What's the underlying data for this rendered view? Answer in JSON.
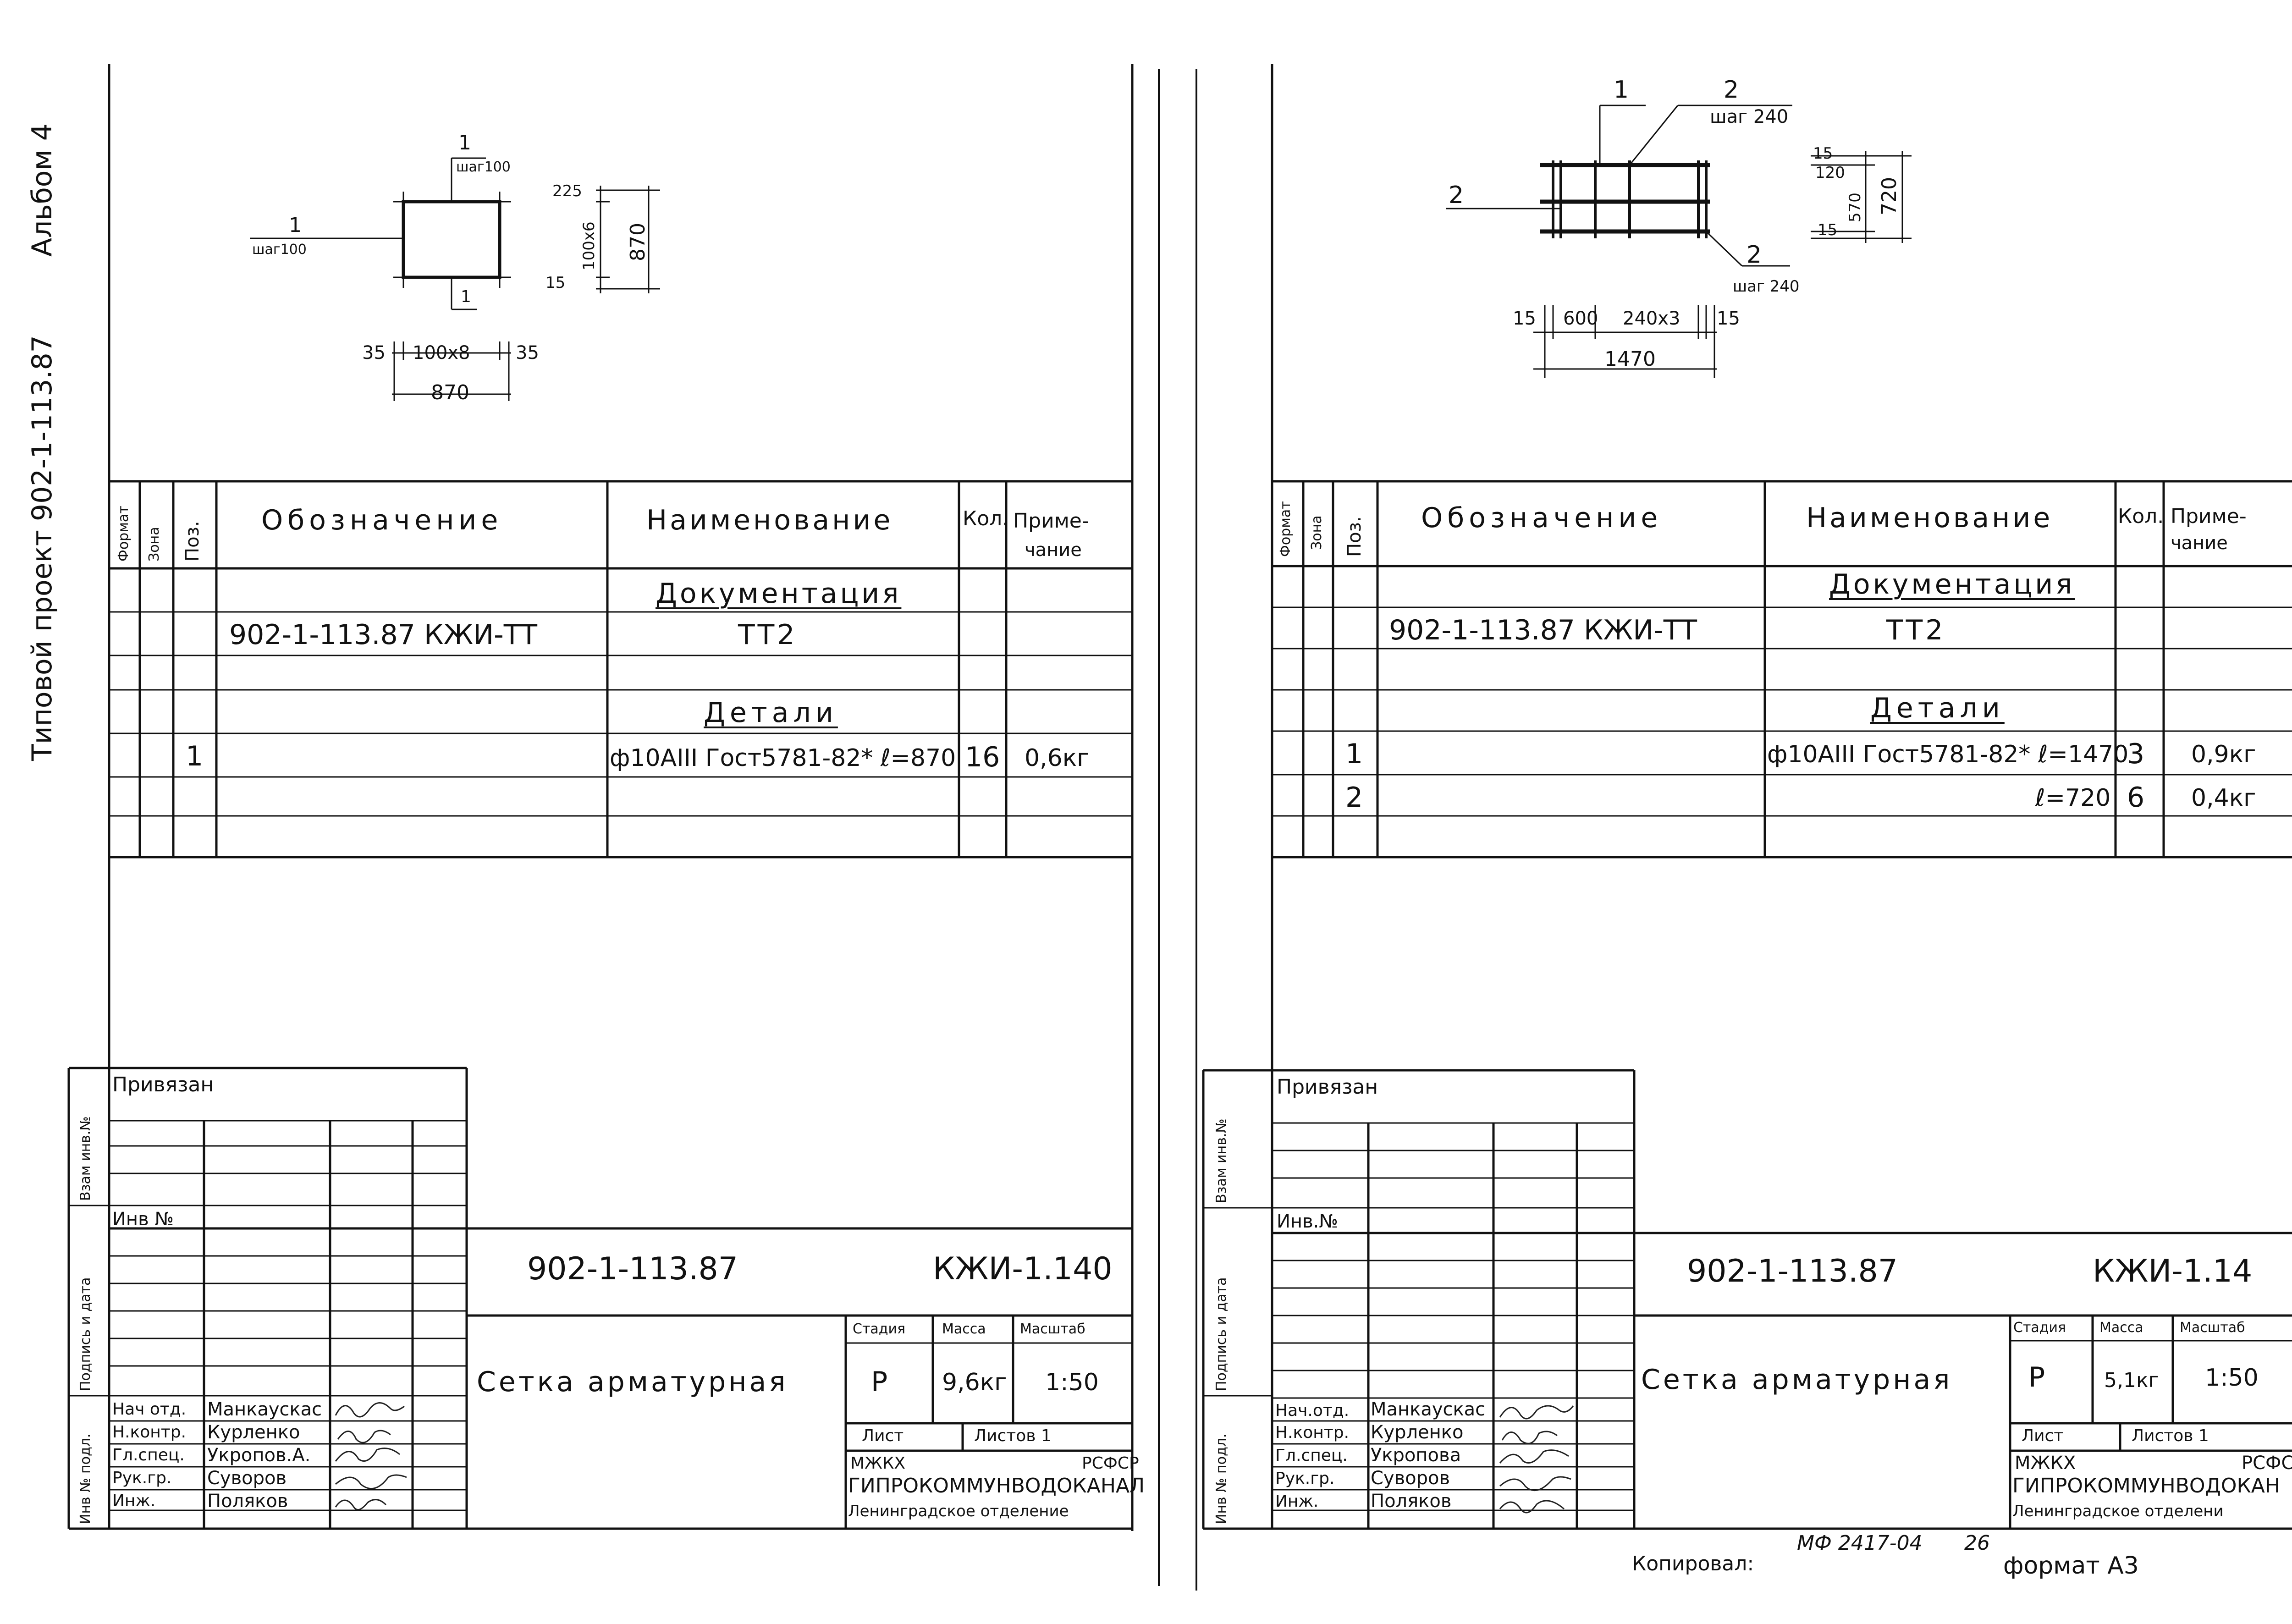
{
  "album_mark": "Альбом 4",
  "project_mark": "Типовой проект  902-1-113.87",
  "spec_header": {
    "format": "Формат",
    "zone": "Зона",
    "pos": "Поз.",
    "designation": "Обозначение",
    "name": "Наименование",
    "qty": "Кол.",
    "note_line1": "Приме-",
    "note_line2": "чание"
  },
  "sheet_left": {
    "drawing": {
      "pos1_top": "1",
      "step_top": "шаг100",
      "pos1_left": "1",
      "step_left": "шаг100",
      "pos1_bottom": "1",
      "dim_225": "225",
      "dim_100x6": "100х6",
      "dim_15": "15",
      "dim_870_v": "870",
      "dim_35_l": "35",
      "dim_100x8": "100х8",
      "dim_35_r": "35",
      "dim_870_h": "870"
    },
    "spec": {
      "section_docs": "Документация",
      "doc_designation": "902-1-113.87   КЖИ-ТТ",
      "doc_name": "ТТ2",
      "section_parts": "Детали",
      "rows": [
        {
          "pos": "1",
          "name": "ф10АIII Гост5781-82* ℓ=870",
          "qty": "16",
          "note": "0,6кг"
        }
      ]
    },
    "stamp": {
      "attached": "Привязан",
      "inv_no": "Инв №",
      "side_labels": [
        "Взам инв.№",
        "Подпись и дата",
        "Инв № подл."
      ],
      "project_code": "902-1-113.87",
      "doc_code": "КЖИ-1.140",
      "title": "Сетка арматурная",
      "stage_label": "Стадия",
      "mass_label": "Масса",
      "scale_label": "Масштаб",
      "stage": "Р",
      "mass": "9,6кг",
      "scale": "1:50",
      "sheet_label": "Лист",
      "sheets_label": "Листов 1",
      "org_line1_left": "МЖКХ",
      "org_line1_right": "РСФСР",
      "org_line2": "ГИПРОКОММУНВОДОКАНАЛ",
      "org_line3": "Ленинградское отделение",
      "people": [
        {
          "role": "Нач отд.",
          "name": "Манкаускас"
        },
        {
          "role": "Н.контр.",
          "name": "Курленко"
        },
        {
          "role": "Гл.спец.",
          "name": "Укропов.А."
        },
        {
          "role": "Рук.гр.",
          "name": "Суворов"
        },
        {
          "role": "Инж.",
          "name": "Поляков"
        }
      ]
    }
  },
  "sheet_right": {
    "drawing": {
      "pos1": "1",
      "pos2_top": "2",
      "step_top": "шаг 240",
      "pos2_left": "2",
      "pos2_bottom": "2",
      "step_bottom": "шаг 240",
      "dim_15_t": "15",
      "dim_120": "120",
      "dim_570": "570",
      "dim_15_b": "15",
      "dim_720": "720",
      "dim_15_l": "15",
      "dim_600": "600",
      "dim_240x3": "240х3",
      "dim_15_r": "15",
      "dim_1470": "1470"
    },
    "spec": {
      "section_docs": "Документация",
      "doc_designation": "902-1-113.87   КЖИ-ТТ",
      "doc_name": "ТТ2",
      "section_parts": "Детали",
      "rows": [
        {
          "pos": "1",
          "name": "ф10АIII Гост5781-82* ℓ=1470",
          "qty": "3",
          "note": "0,9кг"
        },
        {
          "pos": "2",
          "name": "ℓ=720",
          "qty": "6",
          "note": "0,4кг"
        }
      ]
    },
    "stamp": {
      "attached": "Привязан",
      "inv_no": "Инв.№",
      "side_labels": [
        "Взам инв.№",
        "Подпись и дата",
        "Инв № подл."
      ],
      "project_code": "902-1-113.87",
      "doc_code": "КЖИ-1.14",
      "title": "Сетка арматурная",
      "stage_label": "Стадия",
      "mass_label": "Масса",
      "scale_label": "Масштаб",
      "stage": "Р",
      "mass": "5,1кг",
      "scale": "1:50",
      "sheet_label": "Лист",
      "sheets_label": "Листов 1",
      "org_line1_left": "МЖКХ",
      "org_line1_right": "РСФС",
      "org_line2": "ГИПРОКОММУНВОДОКАН",
      "org_line3": "Ленинградское отделени",
      "people": [
        {
          "role": "Нач.отд.",
          "name": "Манкаускас"
        },
        {
          "role": "Н.контр.",
          "name": "Курленко"
        },
        {
          "role": "Гл.спец.",
          "name": "Укропова"
        },
        {
          "role": "Рук.гр.",
          "name": "Суворов"
        },
        {
          "role": "Инж.",
          "name": "Поляков"
        }
      ]
    }
  },
  "footer": {
    "copied_by": "Копировал:",
    "order_no": "МФ 2417-04",
    "sheet_no": "26",
    "format": "формат А3"
  }
}
